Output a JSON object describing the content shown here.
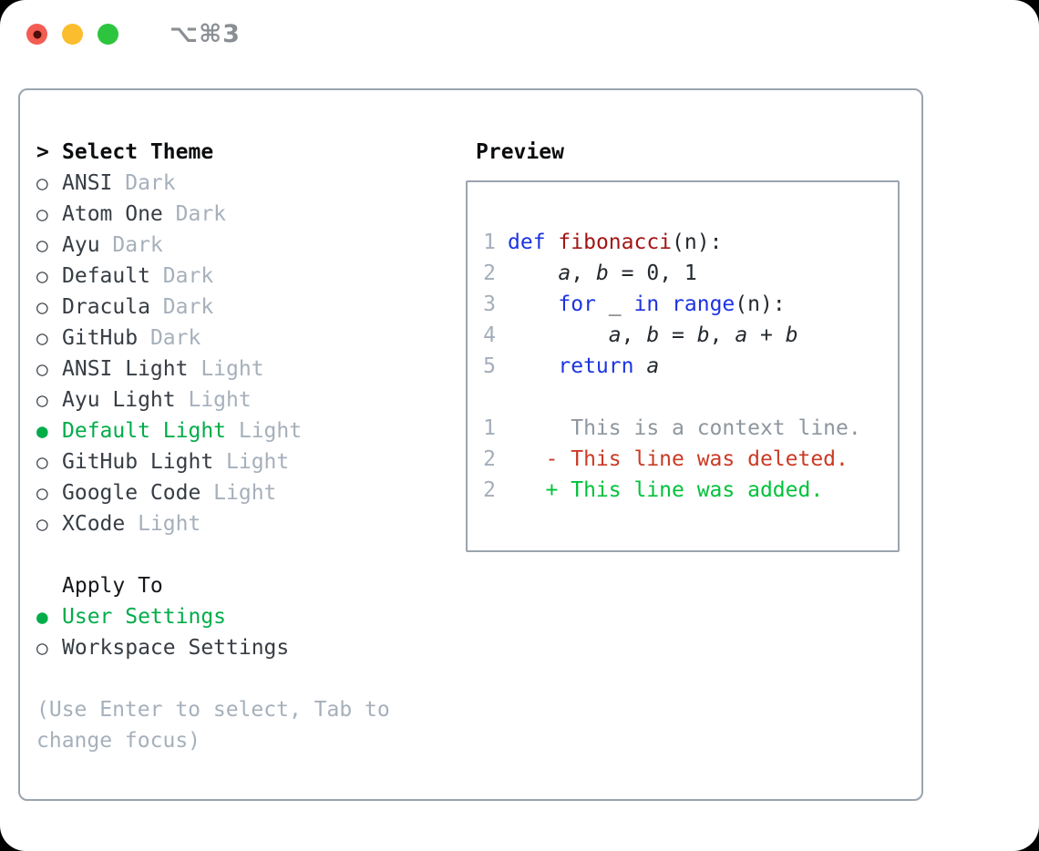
{
  "titlebar": {
    "shortcut": "⌥⌘3"
  },
  "icons": {
    "radio_selected": "●",
    "radio_unselected": "○",
    "prompt": ">"
  },
  "colors": {
    "accent_green": "#00ad49",
    "keyword_blue": "#1c33e0",
    "function_red": "#a31515",
    "diff_red": "#cb3a24",
    "diff_green": "#00c23a",
    "border_gray": "#9aa4ae",
    "muted_gray": "#a6b0bb"
  },
  "theme_list": {
    "prompt": ">",
    "header": "Select Theme",
    "items": [
      {
        "name": "ANSI",
        "variant": "Dark",
        "selected": false
      },
      {
        "name": "Atom One",
        "variant": "Dark",
        "selected": false
      },
      {
        "name": "Ayu",
        "variant": "Dark",
        "selected": false
      },
      {
        "name": "Default",
        "variant": "Dark",
        "selected": false
      },
      {
        "name": "Dracula",
        "variant": "Dark",
        "selected": false
      },
      {
        "name": "GitHub",
        "variant": "Dark",
        "selected": false
      },
      {
        "name": "ANSI Light",
        "variant": "Light",
        "selected": false
      },
      {
        "name": "Ayu Light",
        "variant": "Light",
        "selected": false
      },
      {
        "name": "Default Light",
        "variant": "Light",
        "selected": true
      },
      {
        "name": "GitHub Light",
        "variant": "Light",
        "selected": false
      },
      {
        "name": "Google Code",
        "variant": "Light",
        "selected": false
      },
      {
        "name": "XCode",
        "variant": "Light",
        "selected": false
      }
    ]
  },
  "apply_to": {
    "header": "Apply To",
    "options": [
      {
        "label": "User Settings",
        "selected": true
      },
      {
        "label": "Workspace Settings",
        "selected": false
      }
    ]
  },
  "help": {
    "lines": [
      "(Use Enter to select, Tab to",
      "change focus)"
    ]
  },
  "preview": {
    "title": "Preview",
    "code_lines": [
      {
        "num": "1",
        "tokens": [
          {
            "t": "def",
            "c": "kw"
          },
          {
            "t": " ",
            "c": "pl"
          },
          {
            "t": "fibonacci",
            "c": "fn"
          },
          {
            "t": "(n):",
            "c": "pl"
          }
        ]
      },
      {
        "num": "2",
        "tokens": [
          {
            "t": "    ",
            "c": "pl"
          },
          {
            "t": "a",
            "c": "var"
          },
          {
            "t": ", ",
            "c": "pl"
          },
          {
            "t": "b",
            "c": "var"
          },
          {
            "t": " = 0, 1",
            "c": "pl"
          }
        ]
      },
      {
        "num": "3",
        "tokens": [
          {
            "t": "    ",
            "c": "pl"
          },
          {
            "t": "for",
            "c": "kw"
          },
          {
            "t": " _ ",
            "c": "pl"
          },
          {
            "t": "in",
            "c": "kw"
          },
          {
            "t": " ",
            "c": "pl"
          },
          {
            "t": "range",
            "c": "kw"
          },
          {
            "t": "(n):",
            "c": "pl"
          }
        ]
      },
      {
        "num": "4",
        "tokens": [
          {
            "t": "        ",
            "c": "pl"
          },
          {
            "t": "a",
            "c": "var"
          },
          {
            "t": ", ",
            "c": "pl"
          },
          {
            "t": "b",
            "c": "var"
          },
          {
            "t": " = ",
            "c": "pl"
          },
          {
            "t": "b",
            "c": "var"
          },
          {
            "t": ", ",
            "c": "pl"
          },
          {
            "t": "a",
            "c": "var"
          },
          {
            "t": " + ",
            "c": "pl"
          },
          {
            "t": "b",
            "c": "var"
          }
        ]
      },
      {
        "num": "5",
        "tokens": [
          {
            "t": "    ",
            "c": "pl"
          },
          {
            "t": "return",
            "c": "kw"
          },
          {
            "t": " ",
            "c": "pl"
          },
          {
            "t": "a",
            "c": "var"
          }
        ]
      },
      {
        "num": "",
        "tokens": []
      },
      {
        "num": "1",
        "tokens": [
          {
            "t": "     This is a context line.",
            "c": "ctx"
          }
        ]
      },
      {
        "num": "2",
        "tokens": [
          {
            "t": "   - This line was deleted.",
            "c": "del"
          }
        ]
      },
      {
        "num": "2",
        "tokens": [
          {
            "t": "   + This line was added.",
            "c": "add"
          }
        ]
      }
    ]
  }
}
